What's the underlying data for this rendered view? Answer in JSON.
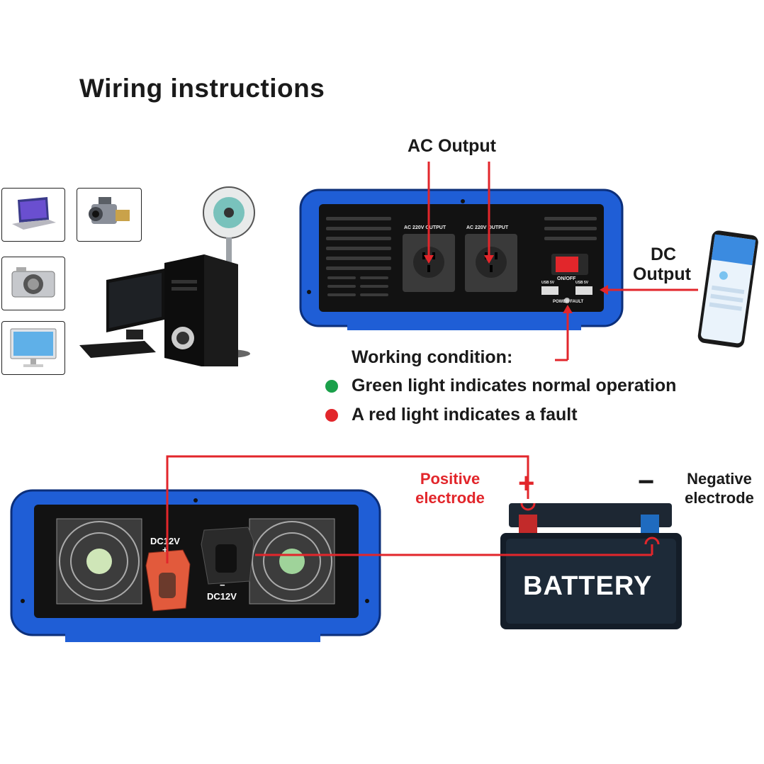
{
  "title": "Wiring instructions",
  "top_labels": {
    "ac_output": "AC Output",
    "dc_output_line1": "DC",
    "dc_output_line2": "Output"
  },
  "panel_labels": {
    "socket_1": "AC 220V OUTPUT",
    "socket_2": "AC 220V OUTPUT",
    "switch": "ON/OFF",
    "usb_1": "USB 5V",
    "usb_2": "USB 5V",
    "power_fault": "POWER FAULT"
  },
  "working_condition": {
    "heading": "Working condition:",
    "items": [
      {
        "text": "Green light indicates normal operation",
        "color": "#1aa04a"
      },
      {
        "text": "A red light indicates a fault",
        "color": "#e2262b"
      }
    ]
  },
  "bottom_labels": {
    "positive_line1": "Positive",
    "positive_line2": "electrode",
    "plus_sign": "+",
    "minus_sign": "−",
    "negative_line1": "Negative",
    "negative_line2": "electrode",
    "dc12v_pos": "DC12V",
    "dc12v_pos_sign": "+",
    "dc12v_neg_sign": "−",
    "dc12v_neg": "DC12V",
    "battery": "BATTERY"
  },
  "colors": {
    "accent_red": "#e2262b",
    "inverter_blue": "#1f5ed6",
    "panel_black": "#111111"
  },
  "devices": [
    "laptop-icon",
    "camcorder-icon",
    "camera-icon",
    "monitor-icon",
    "desktop-pc-icon",
    "fan-icon",
    "smartphone-icon"
  ]
}
